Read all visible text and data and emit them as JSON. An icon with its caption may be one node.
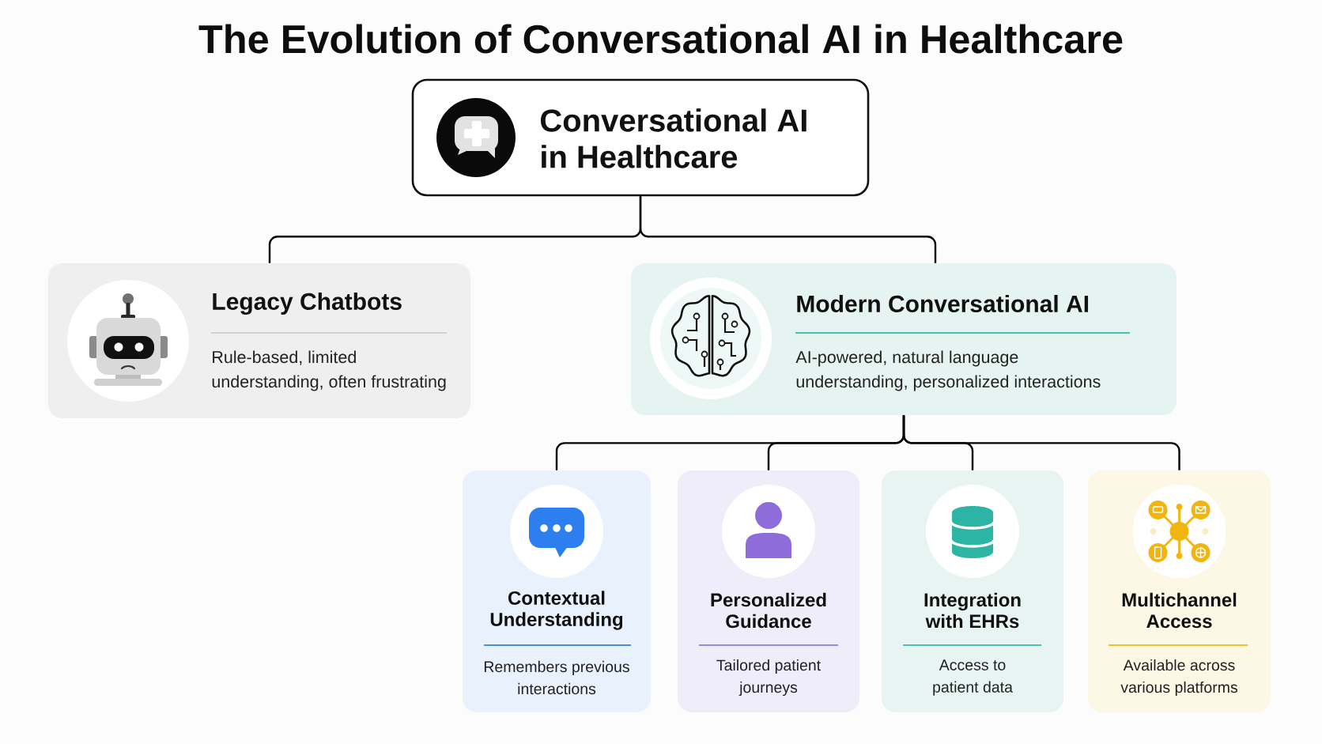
{
  "diagram": {
    "title": "The Evolution of Conversational AI in Healthcare",
    "nodes": [
      {
        "text": [
          "Conversational AI in Healthcare"
        ]
      },
      {
        "text": [
          "Legacy Chatbots",
          "Rule-based, limited understanding, often frustrating"
        ]
      },
      {
        "text": [
          "Modern Conversational AI",
          "AI-powered, natural language understanding, personalized interactions"
        ]
      },
      {
        "text": [
          "Contextual Understanding",
          "Remembers previous interactions"
        ]
      },
      {
        "text": [
          "Personalized Guidance",
          "Tailored patient journeys"
        ]
      },
      {
        "text": [
          "Integration with EHRs",
          "Access to patient data"
        ]
      },
      {
        "text": [
          "Multichannel Access",
          "Available across various platforms"
        ]
      }
    ],
    "edges": [
      {
        "from": 0,
        "to": 1,
        "arrow": "none"
      },
      {
        "from": 0,
        "to": 2,
        "arrow": "none"
      },
      {
        "from": 2,
        "to": 3,
        "arrow": "none"
      },
      {
        "from": 2,
        "to": 4,
        "arrow": "none"
      },
      {
        "from": 2,
        "to": 5,
        "arrow": "none"
      },
      {
        "from": 2,
        "to": 6,
        "arrow": "none"
      }
    ]
  }
}
